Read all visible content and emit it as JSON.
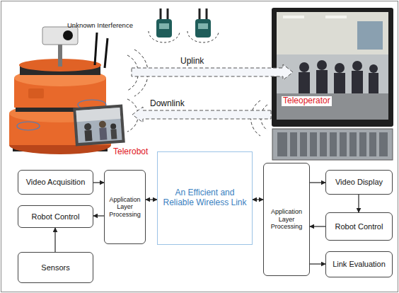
{
  "diagram": {
    "nodes": [
      {
        "text": [
          "Video Acquisition"
        ]
      },
      {
        "text": [
          "Robot Control"
        ]
      },
      {
        "text": [
          "Sensors"
        ]
      },
      {
        "text": [
          "Application Layer Processing"
        ]
      },
      {
        "text": [
          "An Efficient and Reliable Wireless Link"
        ]
      },
      {
        "text": [
          "Application Layer Processing"
        ]
      },
      {
        "text": [
          "Video Display"
        ]
      },
      {
        "text": [
          "Robot Control"
        ]
      },
      {
        "text": [
          "Link Evaluation"
        ]
      }
    ],
    "edges": [
      {
        "from": 0,
        "to": 3,
        "arrow": "to"
      },
      {
        "from": 3,
        "to": 1,
        "arrow": "to"
      },
      {
        "from": 2,
        "to": 1,
        "arrow": "to"
      },
      {
        "from": 3,
        "to": 4,
        "arrow": "both"
      },
      {
        "from": 4,
        "to": 5,
        "arrow": "both"
      },
      {
        "from": 5,
        "to": 6,
        "arrow": "to"
      },
      {
        "from": 6,
        "to": 7,
        "arrow": "to"
      },
      {
        "from": 7,
        "to": 5,
        "arrow": "to"
      },
      {
        "from": 5,
        "to": 8,
        "arrow": "to"
      }
    ],
    "labels": [
      "Unknown Interference",
      "Uplink",
      "Downlink",
      "Teleoperator",
      "Telerobot"
    ]
  }
}
